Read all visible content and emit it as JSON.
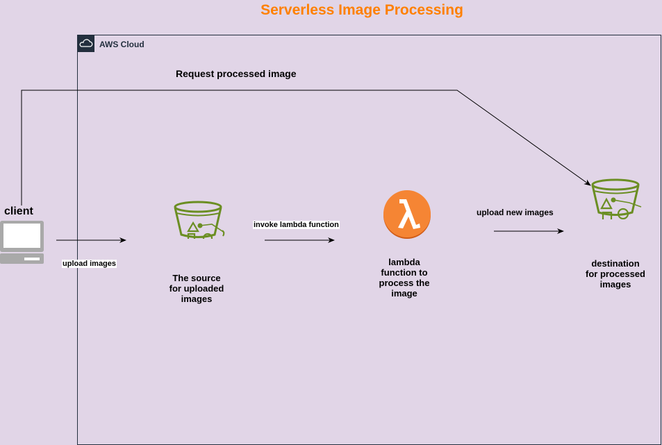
{
  "title": "Serverless Image Processing",
  "group": {
    "label": "AWS Cloud",
    "icon": "cloud-icon"
  },
  "nodes": {
    "client": {
      "label": "client",
      "icon": "desktop-computer-icon"
    },
    "source_bucket": {
      "label": "The source for uploaded images",
      "icon": "s3-bucket-icon",
      "color": "#6b8e23"
    },
    "lambda": {
      "label": "lambda function to process the image",
      "icon": "lambda-icon",
      "color": "#f58534"
    },
    "dest_bucket": {
      "label": "destination for processed images",
      "icon": "s3-bucket-icon",
      "color": "#6b8e23"
    }
  },
  "edges": {
    "upload_images": "upload images",
    "invoke_lambda": "invoke lambda function",
    "upload_new_images": "upload new images",
    "request_processed": "Request processed image"
  },
  "colors": {
    "title": "#ff8000",
    "background": "#e1d5e7",
    "aws_dark": "#232f3e"
  }
}
